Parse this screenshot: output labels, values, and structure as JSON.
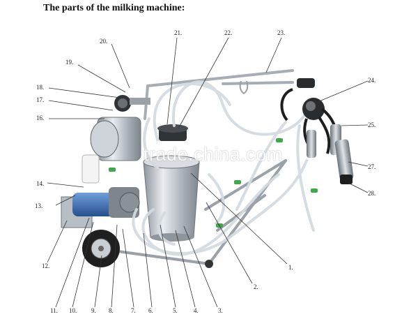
{
  "title": "The parts of the milking machine:",
  "watermark": "trade.china.com",
  "labels": [
    "1.",
    "2.",
    "3.",
    "4.",
    "5.",
    "6.",
    "7.",
    "8.",
    "9.",
    "10.",
    "11.",
    "12.",
    "13.",
    "14.",
    "16.",
    "17.",
    "18.",
    "19.",
    "20.",
    "21.",
    "22.",
    "23.",
    "24.",
    "25.",
    "27.",
    "28."
  ],
  "colors": {
    "steel": "#b8bec6",
    "hose": "#d5dde3",
    "motor": "#3a70b8",
    "clip": "#3fa84a",
    "rubber": "#222222"
  }
}
